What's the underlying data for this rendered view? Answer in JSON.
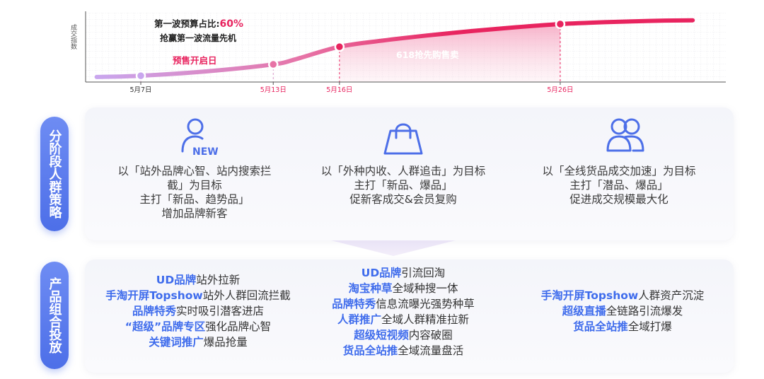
{
  "chart_data": {
    "type": "line",
    "ylabel": "成交指数",
    "categories": [
      "5月7日",
      "5月13日",
      "5月16日",
      "5月26日"
    ],
    "ticks_day": [
      7,
      13,
      16,
      26
    ],
    "series": [
      {
        "x": [
          "5月5日",
          "5月7日",
          "5月10日",
          "5月13日",
          "5月14日",
          "5月16日",
          "5月18日",
          "5月20日",
          "5月22日",
          "5月24日",
          "5月26日",
          "5月28日",
          "5月30日",
          "6月1日"
        ],
        "day": [
          5,
          7,
          10,
          13,
          14,
          16,
          18,
          20,
          22,
          24,
          26,
          28,
          30,
          32
        ],
        "values": [
          8,
          10,
          17,
          28,
          36,
          56,
          66,
          74,
          81,
          87,
          92,
          95,
          97,
          98
        ]
      }
    ],
    "ylim": [
      0,
      110
    ],
    "xlim_day": [
      4.5,
      33.5
    ],
    "markers_day": [
      7,
      13,
      16,
      26
    ],
    "annotations": {
      "budget_line1_prefix": "第一波预算占比:",
      "budget_value": "60%",
      "budget_line2": "抢赢第一波流量先机",
      "presale": "预售开启日",
      "sale": "618抢先购售卖"
    },
    "grid": true,
    "colors": {
      "start": "#c9a6ee",
      "end": "#e8245f",
      "marker": "#e8245f",
      "fill": "#f5a3bf"
    }
  },
  "strategy": {
    "title": "分阶段人群策略",
    "columns": [
      {
        "icon": "new-user-icon",
        "badge": "NEW",
        "lines": [
          "以「站外品牌心智、站内搜索拦",
          "截」为目标",
          "主打「新品、趋势品」",
          "增加品牌新客"
        ]
      },
      {
        "icon": "shopping-bag-icon",
        "lines": [
          "以「外种内收、人群追击」为目标",
          "主打「新品、爆品」",
          "促新客成交&会员复购"
        ]
      },
      {
        "icon": "user-group-icon",
        "lines": [
          "以「全线货品成交加速」为目标",
          "主打「潜品、爆品」",
          "促进成交规模最大化"
        ]
      }
    ]
  },
  "product": {
    "title": "产品组合投放",
    "columns": [
      [
        {
          "hl": "UD品牌",
          "text": "站外拉新"
        },
        {
          "hl": "手淘开屏Topshow",
          "text": "站外人群回流拦截"
        },
        {
          "hl": "品牌特秀",
          "text": "实时吸引潜客进店"
        },
        {
          "hl": "“超级”品牌专区",
          "text": "强化品牌心智"
        },
        {
          "hl": "关键词推广",
          "text": "爆品抢量"
        }
      ],
      [
        {
          "hl": "UD品牌",
          "text": "引流回淘"
        },
        {
          "hl": "淘宝种草",
          "text": "全域种搜一体"
        },
        {
          "hl": "品牌特秀",
          "text": "信息流曝光强势种草"
        },
        {
          "hl": "人群推广",
          "text": "全域人群精准拉新"
        },
        {
          "hl": "超级短视频",
          "text": "内容破圈"
        },
        {
          "hl": "货品全站推",
          "text": "全域流量盘活"
        }
      ],
      [
        {
          "hl": "手淘开屏Topshow",
          "text": "人群资产沉淀"
        },
        {
          "hl": "超级直播",
          "text": "全链路引流爆发"
        },
        {
          "hl": "货品全站推",
          "text": "全域打爆"
        }
      ]
    ]
  }
}
